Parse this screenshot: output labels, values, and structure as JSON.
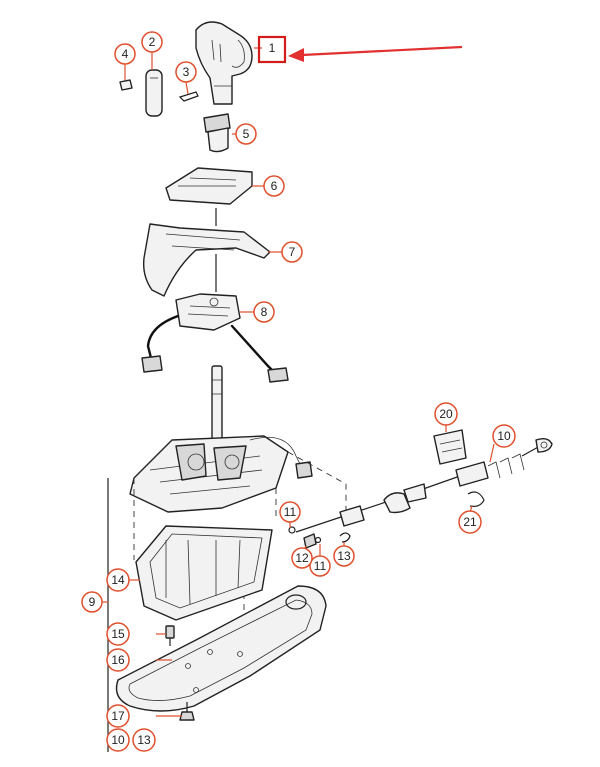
{
  "callouts": [
    {
      "id": "c1",
      "label": "1"
    },
    {
      "id": "c2",
      "label": "2"
    },
    {
      "id": "c3",
      "label": "3"
    },
    {
      "id": "c4",
      "label": "4"
    },
    {
      "id": "c5",
      "label": "5"
    },
    {
      "id": "c6",
      "label": "6"
    },
    {
      "id": "c7",
      "label": "7"
    },
    {
      "id": "c8",
      "label": "8"
    },
    {
      "id": "c9",
      "label": "9"
    },
    {
      "id": "c10a",
      "label": "10"
    },
    {
      "id": "c10b",
      "label": "10"
    },
    {
      "id": "c11a",
      "label": "11"
    },
    {
      "id": "c11b",
      "label": "11"
    },
    {
      "id": "c12",
      "label": "12"
    },
    {
      "id": "c13a",
      "label": "13"
    },
    {
      "id": "c13b",
      "label": "13"
    },
    {
      "id": "c14",
      "label": "14"
    },
    {
      "id": "c15",
      "label": "15"
    },
    {
      "id": "c16",
      "label": "16"
    },
    {
      "id": "c17",
      "label": "17"
    },
    {
      "id": "c20",
      "label": "20"
    },
    {
      "id": "c21",
      "label": "21"
    }
  ],
  "highlight": {
    "target_callout": "1",
    "color": "#d21c1c"
  },
  "colors": {
    "callout_ring": "#e0502d",
    "line": "#222222",
    "arrow": "#e23030"
  }
}
